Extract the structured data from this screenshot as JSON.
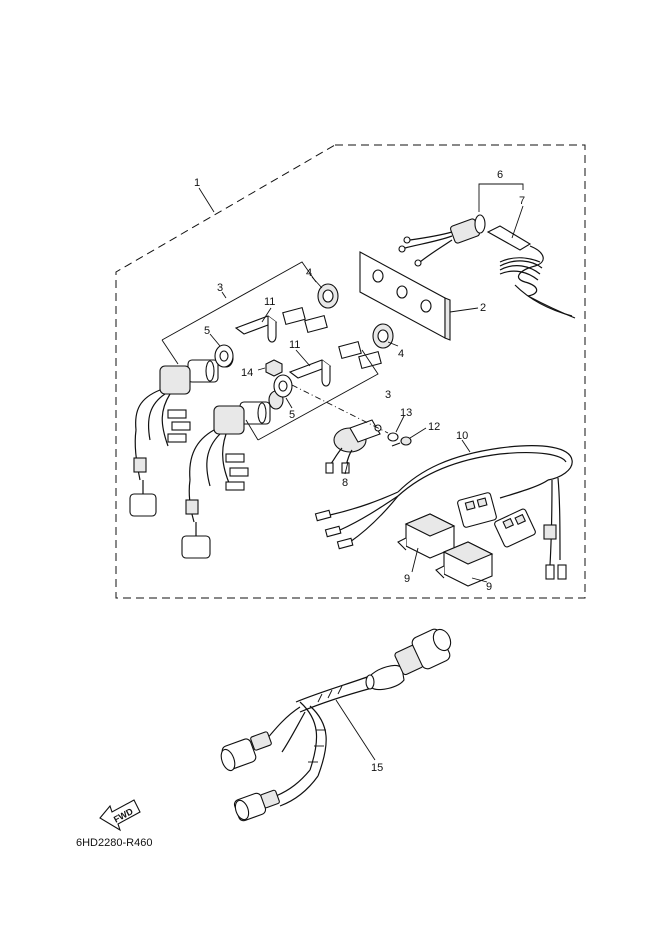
{
  "diagram_code": "6HD2280-R460",
  "fwd_label": "FWD",
  "callouts": {
    "c1": "1",
    "c2": "2",
    "c3a": "3",
    "c3b": "3",
    "c4a": "4",
    "c4b": "4",
    "c5a": "5",
    "c5b": "5",
    "c6": "6",
    "c7": "7",
    "c8": "8",
    "c9a": "9",
    "c9b": "9",
    "c10": "10",
    "c11a": "11",
    "c11b": "11",
    "c12": "12",
    "c13": "13",
    "c14": "14",
    "c15": "15"
  }
}
